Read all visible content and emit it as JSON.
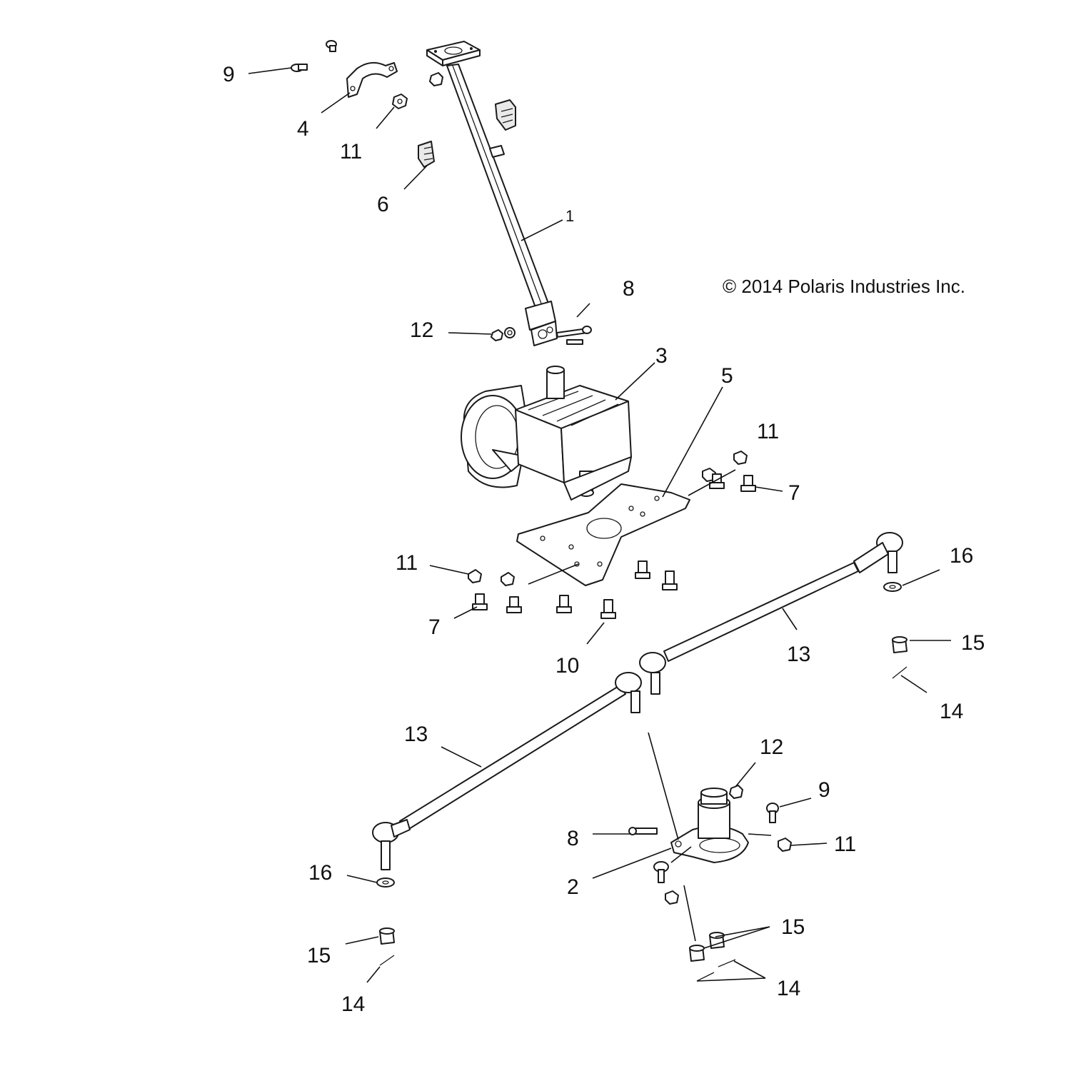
{
  "diagram": {
    "copyright": "© 2014 Polaris Industries Inc.",
    "colors": {
      "line": "#1a1a1a",
      "background": "#ffffff"
    },
    "callouts": [
      {
        "id": "c9a",
        "label": "9"
      },
      {
        "id": "c4",
        "label": "4"
      },
      {
        "id": "c11a",
        "label": "11"
      },
      {
        "id": "c6",
        "label": "6"
      },
      {
        "id": "c1",
        "label": "1"
      },
      {
        "id": "c8a",
        "label": "8"
      },
      {
        "id": "c12a",
        "label": "12"
      },
      {
        "id": "c3",
        "label": "3"
      },
      {
        "id": "c5",
        "label": "5"
      },
      {
        "id": "c11b",
        "label": "11"
      },
      {
        "id": "c7a",
        "label": "7"
      },
      {
        "id": "c11c",
        "label": "11"
      },
      {
        "id": "c7b",
        "label": "7"
      },
      {
        "id": "c10",
        "label": "10"
      },
      {
        "id": "c16a",
        "label": "16"
      },
      {
        "id": "c15a",
        "label": "15"
      },
      {
        "id": "c13a",
        "label": "13"
      },
      {
        "id": "c14a",
        "label": "14"
      },
      {
        "id": "c13b",
        "label": "13"
      },
      {
        "id": "c12b",
        "label": "12"
      },
      {
        "id": "c9b",
        "label": "9"
      },
      {
        "id": "c8b",
        "label": "8"
      },
      {
        "id": "c11d",
        "label": "11"
      },
      {
        "id": "c2",
        "label": "2"
      },
      {
        "id": "c16b",
        "label": "16"
      },
      {
        "id": "c15b",
        "label": "15"
      },
      {
        "id": "c14b",
        "label": "14"
      },
      {
        "id": "c15c",
        "label": "15"
      },
      {
        "id": "c14c",
        "label": "14"
      }
    ]
  }
}
